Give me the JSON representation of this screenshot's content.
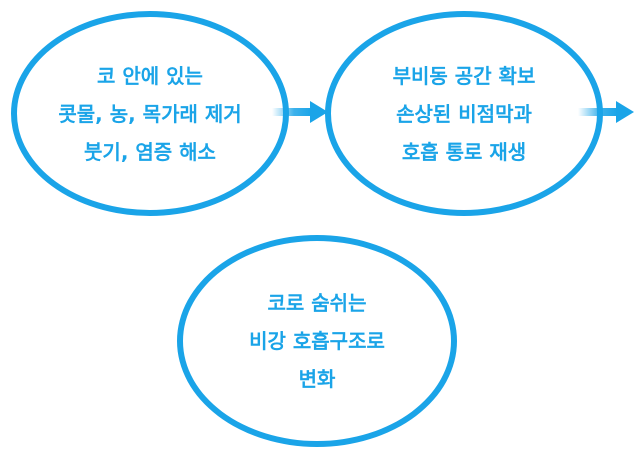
{
  "colors": {
    "accent": "#1aa4e8",
    "background": "#ffffff"
  },
  "nodes": [
    {
      "lines": [
        "코 안에 있는",
        "콧물, 농, 목가래 제거",
        "붓기, 염증 해소"
      ]
    },
    {
      "lines": [
        "부비동 공간 확보",
        "손상된 비점막과",
        "호흡 통로 재생"
      ]
    },
    {
      "lines": [
        "코로 숨쉬는",
        "비강 호흡구조로",
        "변화"
      ]
    }
  ],
  "arrows": [
    {
      "from": 0,
      "to": 1,
      "icon": "arrow-right-icon"
    },
    {
      "from": 1,
      "to": 2,
      "icon": "arrow-right-icon"
    }
  ]
}
